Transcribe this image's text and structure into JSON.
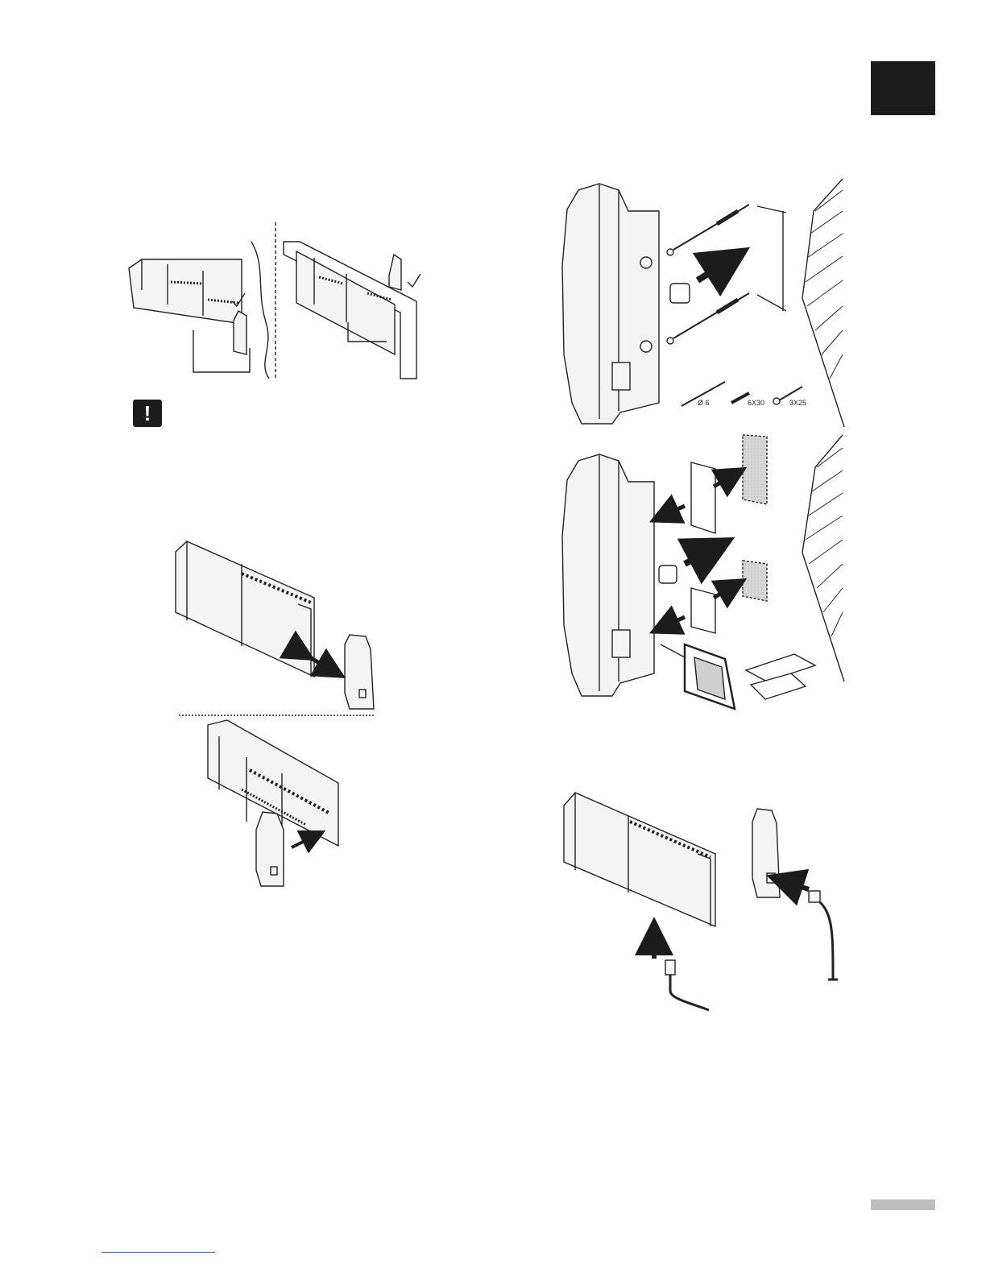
{
  "warning": {
    "icon": "exclamation-icon",
    "glyph": "!"
  },
  "labels": {
    "drill": "Ø 6",
    "plug": "6X30",
    "screw": "3X25"
  },
  "colors": {
    "tab": "#1c1c1c",
    "footer_bar": "#bdbdbd",
    "link": "#2f56c8",
    "line": "#222222",
    "device_fill": "#f4f4f4",
    "shade": "#d6d6d6"
  }
}
